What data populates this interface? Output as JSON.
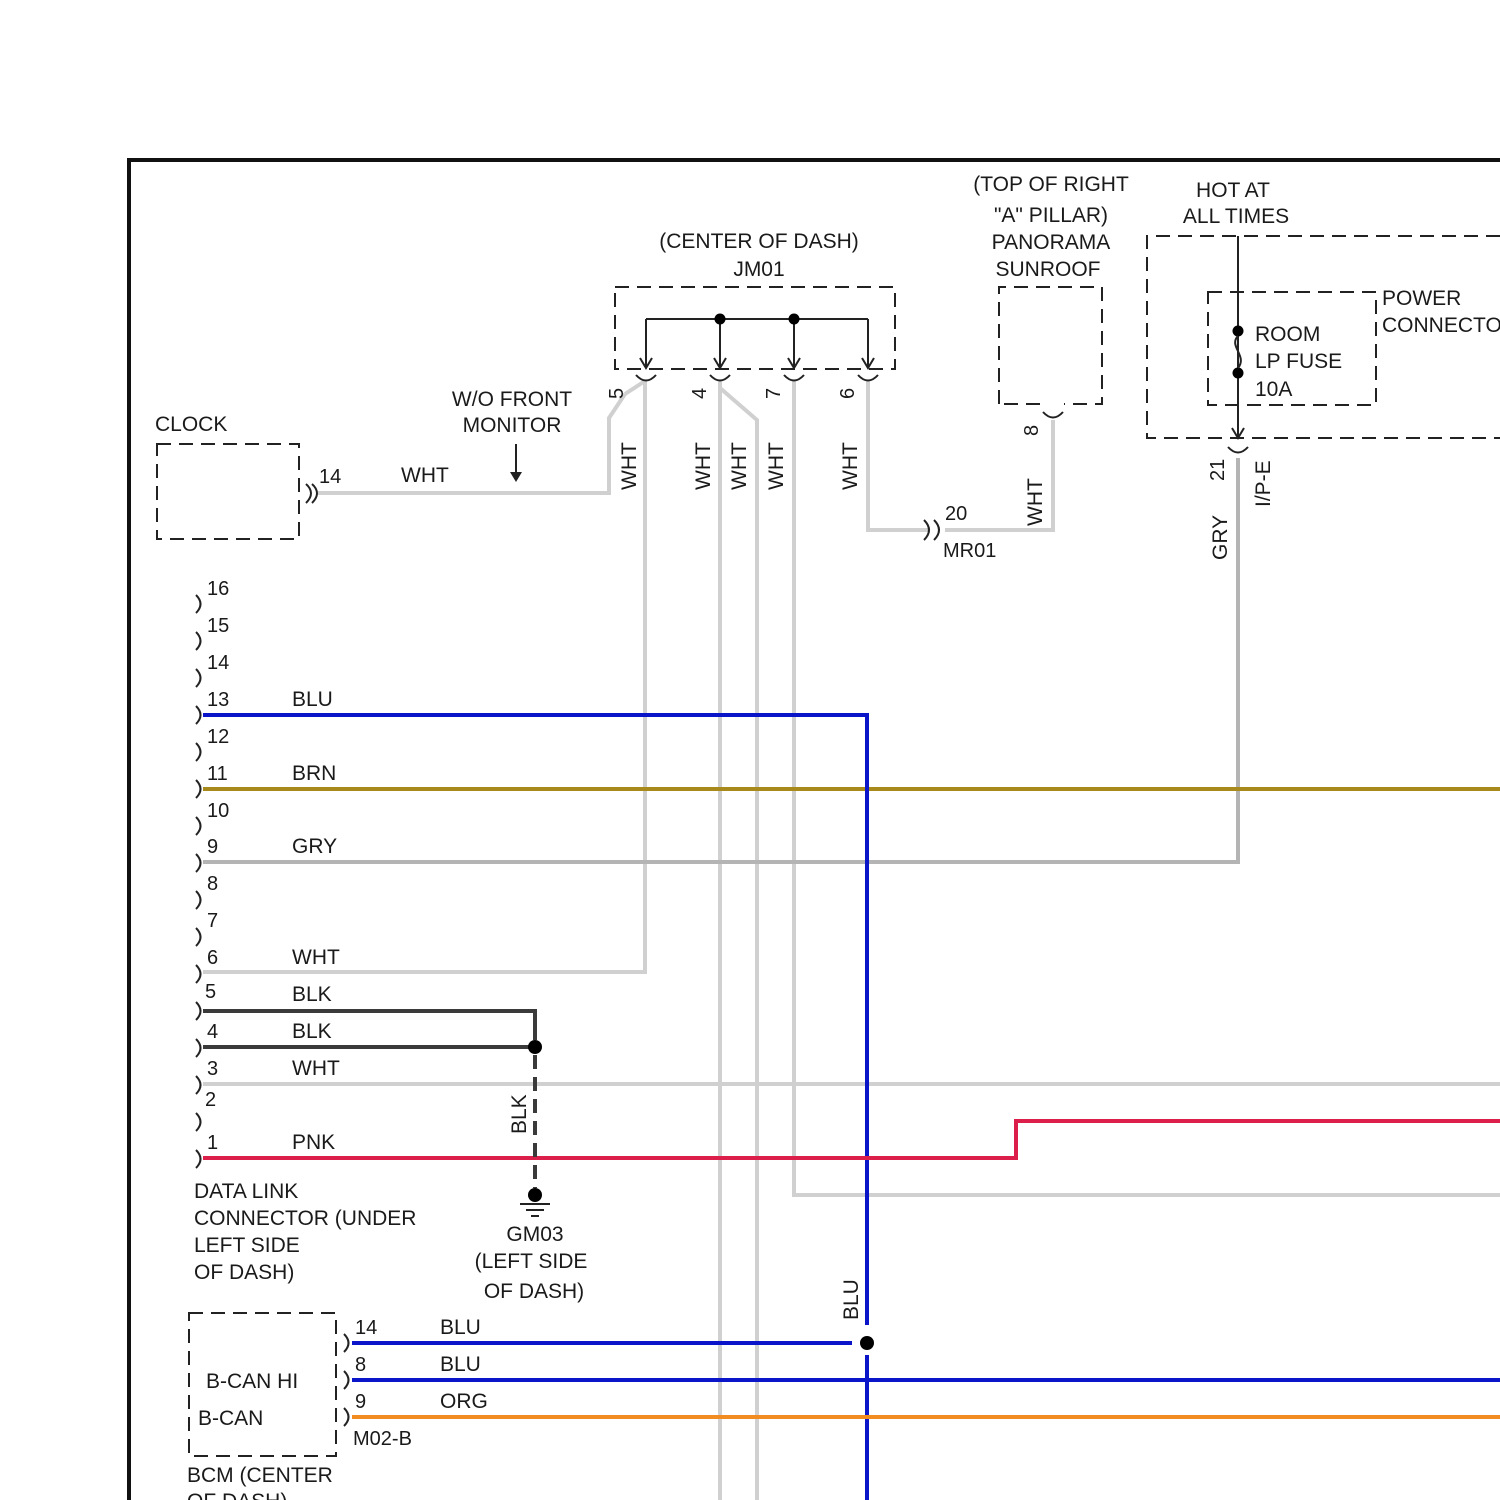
{
  "connectors": {
    "clock": {
      "name": "CLOCK",
      "pin": "14"
    },
    "jm01": {
      "location": "(CENTER OF DASH)",
      "name": "JM01",
      "pins": [
        "5",
        "4",
        "7",
        "6"
      ]
    },
    "sunroof": {
      "line1": "(TOP OF RIGHT",
      "line2": "\"A\" PILLAR)",
      "line3": "PANORAMA",
      "line4": "SUNROOF",
      "pin": "8"
    },
    "power_connector": {
      "line1": "POWER",
      "line2": "CONNECTO",
      "pin": "21",
      "connector": "I/P-E"
    },
    "hot_at": {
      "line1": "HOT AT",
      "line2": "ALL TIMES"
    },
    "fuse": {
      "line1": "ROOM",
      "line2": "LP FUSE",
      "line3": "10A"
    },
    "mr01": {
      "name": "MR01",
      "pin": "20"
    },
    "dlc": {
      "pins": [
        "16",
        "15",
        "14",
        "13",
        "12",
        "11",
        "10",
        "9",
        "8",
        "7",
        "6",
        "5",
        "4",
        "3",
        "2",
        "1"
      ],
      "label1": "DATA LINK",
      "label2": "CONNECTOR (UNDER",
      "label3": "LEFT SIDE",
      "label4": "OF DASH)"
    },
    "ground": {
      "name": "GM03",
      "line2": "(LEFT SIDE",
      "line3": "OF DASH)"
    },
    "bcm": {
      "pins": [
        "14",
        "8",
        "9"
      ],
      "connector": "M02-B",
      "sig1": "B-CAN HI",
      "sig2": "B-CAN",
      "label1": "BCM (CENTER",
      "label2": "OF DASH)"
    }
  },
  "notes": {
    "wo_front_line1": "W/O FRONT",
    "wo_front_line2": "MONITOR"
  },
  "wire_labels": {
    "clock_wht": "WHT",
    "jm_wht_5": "WHT",
    "jm_wht_4a": "WHT",
    "jm_wht_4b": "WHT",
    "jm_wht_7": "WHT",
    "jm_wht_6": "WHT",
    "sunroof_wht": "WHT",
    "gry_vert": "GRY",
    "blu13": "BLU",
    "brn11": "BRN",
    "gry9": "GRY",
    "wht6": "WHT",
    "blk5": "BLK",
    "blk4": "BLK",
    "wht3": "WHT",
    "pnk1": "PNK",
    "blk_vert": "BLK",
    "blu_vert": "BLU",
    "blu14": "BLU",
    "blu8": "BLU",
    "org9": "ORG"
  },
  "colors": {
    "WHT": "#d0d0d0",
    "BLU": "#0a14c8",
    "BRN": "#a88a1c",
    "GRY": "#b4b4b4",
    "BLK": "#3a3a3a",
    "PNK": "#dc1e4a",
    "ORG": "#f28c1e"
  }
}
